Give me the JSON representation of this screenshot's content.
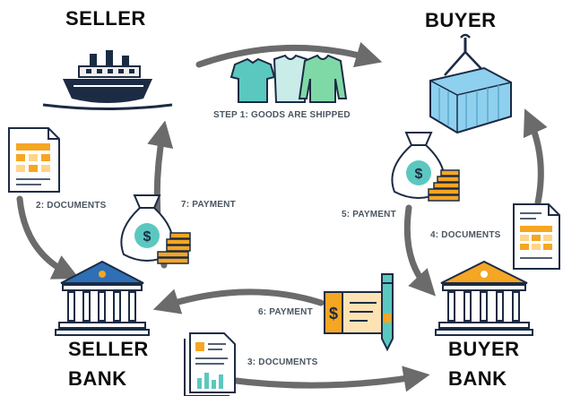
{
  "nodes": {
    "seller": "SELLER",
    "buyer": "BUYER",
    "seller_bank_line1": "SELLER",
    "seller_bank_line2": "BANK",
    "buyer_bank_line1": "BUYER",
    "buyer_bank_line2": "BANK"
  },
  "steps": {
    "step1": "STEP 1: GOODS ARE SHIPPED",
    "step2": "2: DOCUMENTS",
    "step3": "3: DOCUMENTS",
    "step4": "4: DOCUMENTS",
    "step5": "5: PAYMENT",
    "step6": "6: PAYMENT",
    "step7": "7: PAYMENT"
  },
  "icons": [
    "cargo-ship-icon",
    "shipping-container-icon",
    "tshirts-icon",
    "document-icon",
    "money-bag-icon",
    "coin-stack-icon",
    "bank-building-icon",
    "cheque-icon",
    "pen-icon",
    "report-document-icon"
  ],
  "colors": {
    "arrow": "#6b6b6b",
    "orange": "#f5a623",
    "teal": "#5bc8c0",
    "blue": "#2f6fb5",
    "navy": "#1c2b44"
  }
}
